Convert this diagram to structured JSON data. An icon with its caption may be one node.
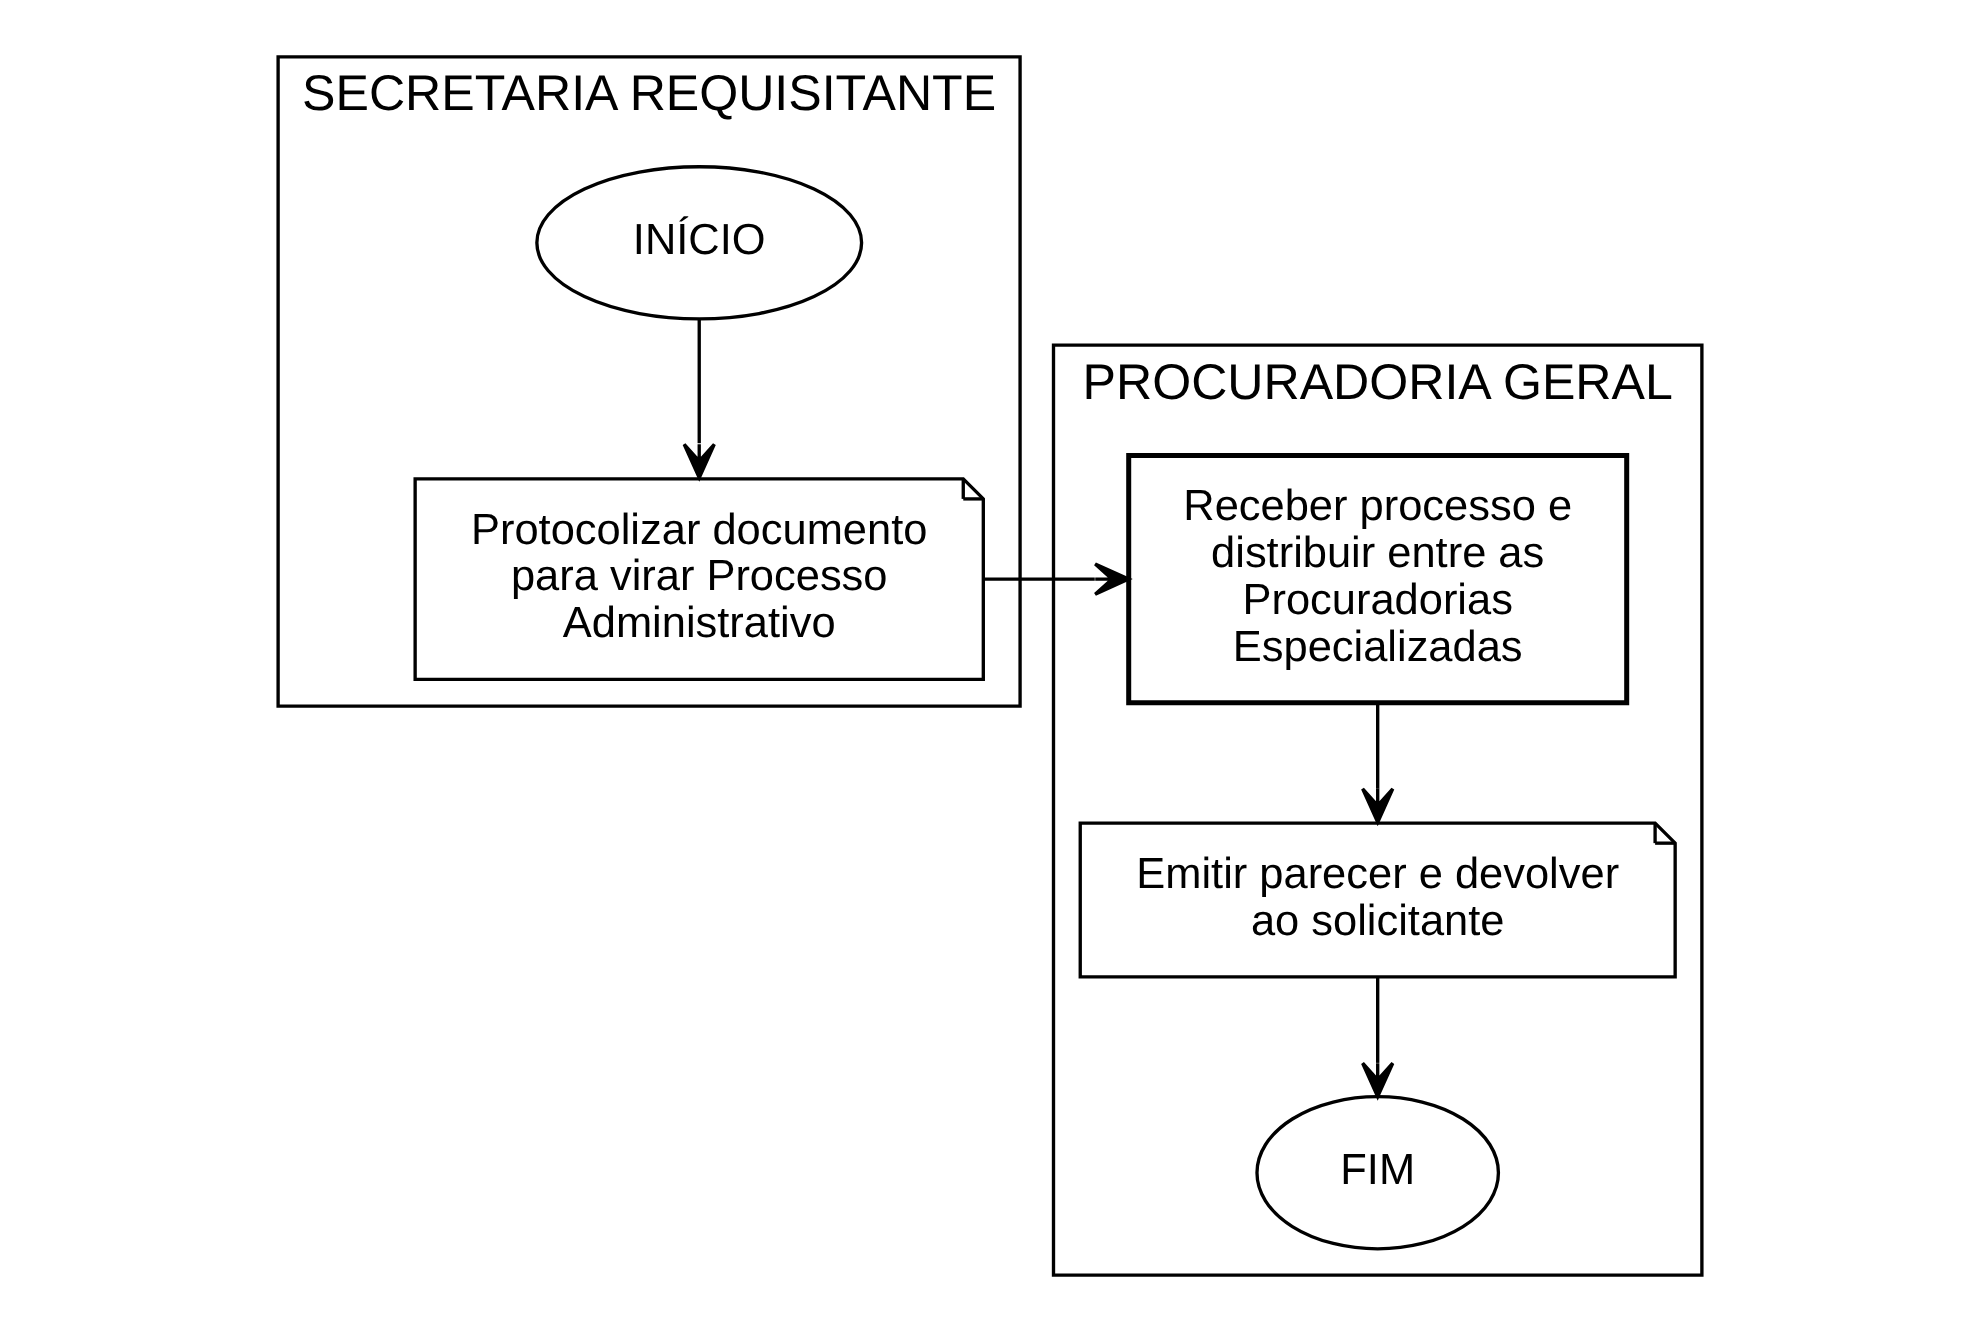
{
  "diagram": {
    "nodes": [
      {
        "text": [
          "SECRETARIA REQUISITANTE"
        ]
      },
      {
        "text": [
          "INÍCIO"
        ],
        "in": 0
      },
      {
        "text": [
          "Protocolizar documento para virar Processo Administrativo"
        ],
        "in": 0
      },
      {
        "text": [
          "PROCURADORIA GERAL"
        ]
      },
      {
        "text": [
          "Receber processo e distribuir entre as Procuradorias Especializadas"
        ],
        "in": 3
      },
      {
        "text": [
          "Emitir parecer e devolver ao solicitante"
        ],
        "in": 3
      },
      {
        "text": [
          "FIM"
        ],
        "in": 3
      }
    ],
    "edges": [
      {
        "from": 1,
        "to": 2,
        "arrow": "to"
      },
      {
        "from": 2,
        "to": 4,
        "arrow": "to"
      },
      {
        "from": 4,
        "to": 5,
        "arrow": "to"
      },
      {
        "from": 5,
        "to": 6,
        "arrow": "to"
      }
    ]
  }
}
